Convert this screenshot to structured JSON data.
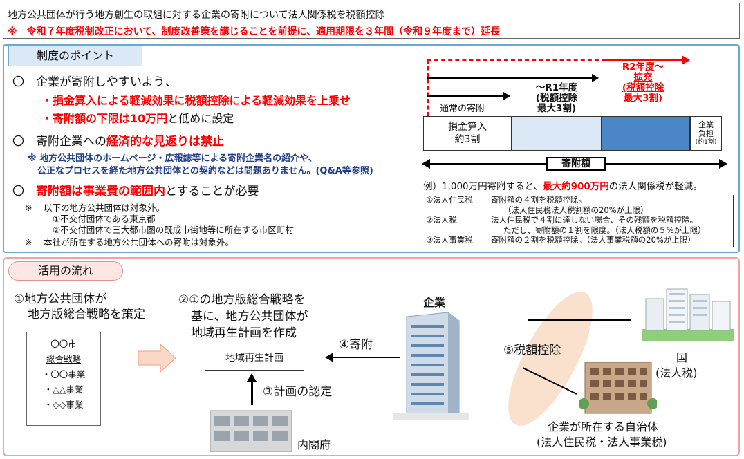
{
  "header": {
    "line1": "地方公共団体が行う地方創生の取組に対する企業の寄附について法人関係税を税額控除",
    "line2": "※　令和７年度税制改正において、制度改善策を講じることを前提に、適用期限を３年間（令和９年度まで）延長"
  },
  "points": {
    "tab": "制度のポイント",
    "b1": "〇　企業が寄附しやすいよう、",
    "b1_s1": "・損金算入による軽減効果に税額控除による軽減効果を上乗せ",
    "b1_s2_red": "・寄附額の下限は10万円",
    "b1_s2_rest": "と低めに設定",
    "b2_a": "〇　寄附企業への",
    "b2_red": "経済的な見返りは禁止",
    "b2_note1": "※ 地方公共団体のホームページ・広報誌等による寄附企業名の紹介や、",
    "b2_note2": "公正なプロセスを経た地方公共団体との契約などは問題ありません。(Q&A等参照)",
    "b3_a": "〇　",
    "b3_red": "寄附額は事業費の範囲内",
    "b3_rest": "とすることが必要",
    "n1": "※　 以下の地方公共団体は対象外。",
    "n1_a": "①不交付団体である東京都",
    "n1_b": "②不交付団体で三大都市圏の既成市街地等に所在する市区町村",
    "n2": "※　 本社が所在する地方公共団体への寄附は対象外。"
  },
  "diagram": {
    "r2_label": "R2年度～",
    "r2_sub1": "拡充",
    "r2_sub2": "(税額控除",
    "r2_sub3": "最大3割)",
    "r1_label": "～R1年度",
    "r1_sub1": "(税額控除",
    "r1_sub2": "最大3割)",
    "normal": "通常の寄附",
    "box1_l1": "損金算入",
    "box1_l2": "約3割",
    "box4_l1": "企業",
    "box4_l2": "負担",
    "box4_l3": "(約1割)",
    "kifu": "寄附額",
    "example_a": "例）1,000万円寄附すると、",
    "example_red": "最大約900万円",
    "example_b": "の法人関係税が軽減。",
    "t1a": "①法人住民税",
    "t1b": "寄附額の４割を税額控除。",
    "t1c": "（法人住民税法人税割額の20%が上限）",
    "t2a": "②法人税",
    "t2b": "法人住民税で４割に達しない場合、その残額を税額控除。",
    "t2c": "ただし、寄附額の１割を限度。（法人税額の５%が上限）",
    "t3a": "③法人事業税",
    "t3b": "寄附額の２割を税額控除。（法人事業税額の20%が上限）"
  },
  "flow": {
    "tab": "活用の流れ",
    "s1a": "①地方公共団体が",
    "s1b": "地方版総合戦略を策定",
    "doc1": "〇〇市",
    "doc2": "総合戦略",
    "doc3": "・〇〇事業",
    "doc4": "・△△事業",
    "doc5": "・◇◇事業",
    "s2a": "②①の地方版総合戦略を",
    "s2b": "基に、地方公共団体が",
    "s2c": "地域再生計画を作成",
    "plan": "地域再生計画",
    "s3": "③計画の認定",
    "cabinet": "内閣府",
    "s4": "④寄附",
    "company": "企業",
    "s5": "⑤税額控除",
    "kuni1": "国",
    "kuni2": "(法人税)",
    "local1": "企業が所在する自治体",
    "local2": "(法人住民税・法人事業税)"
  },
  "colors": {
    "accent_red": "#ff0000",
    "blue_border": "#6aa8d8",
    "pink_border": "#f2a2a0",
    "light_blue": "#dbe9f6"
  }
}
